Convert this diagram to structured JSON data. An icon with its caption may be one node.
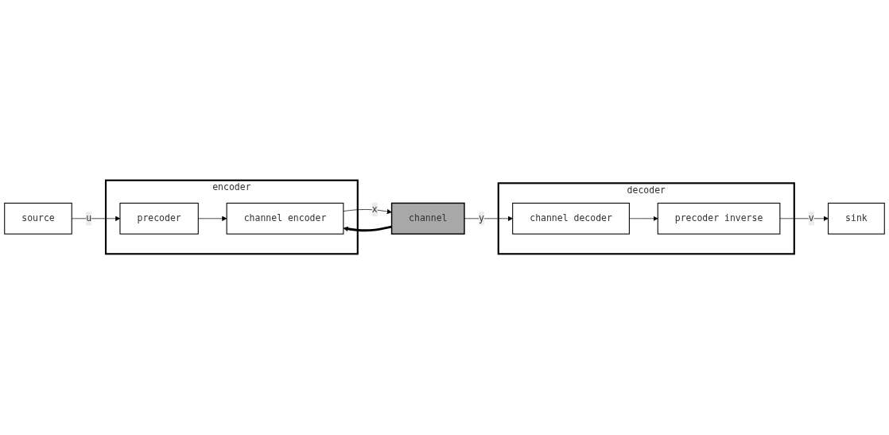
{
  "diagram": {
    "nodes": [
      {
        "text": [
          "source"
        ]
      },
      {
        "text": [
          "encoder"
        ]
      },
      {
        "text": [
          "precoder"
        ],
        "in": 1
      },
      {
        "text": [
          "channel encoder"
        ],
        "in": 1
      },
      {
        "text": [
          "channel"
        ]
      },
      {
        "text": [
          "sink"
        ]
      },
      {
        "text": [
          "decoder"
        ]
      },
      {
        "text": [
          "precoder inverse"
        ],
        "in": 6
      },
      {
        "text": [
          "channel decoder"
        ],
        "in": 6
      }
    ],
    "edges": [
      {
        "from": 0,
        "to": 2,
        "arrow": "to",
        "label": "u"
      },
      {
        "from": 2,
        "to": 3,
        "arrow": "to"
      },
      {
        "from": 3,
        "to": 4,
        "arrow": "to",
        "label": "x"
      },
      {
        "from": 4,
        "to": 8,
        "arrow": "to",
        "label": "y"
      },
      {
        "from": 8,
        "to": 7,
        "arrow": "to"
      },
      {
        "from": 7,
        "to": 5,
        "arrow": "to",
        "label": "v"
      },
      {
        "from": 4,
        "to": 3,
        "arrow": "to",
        "style": "thick"
      }
    ]
  }
}
